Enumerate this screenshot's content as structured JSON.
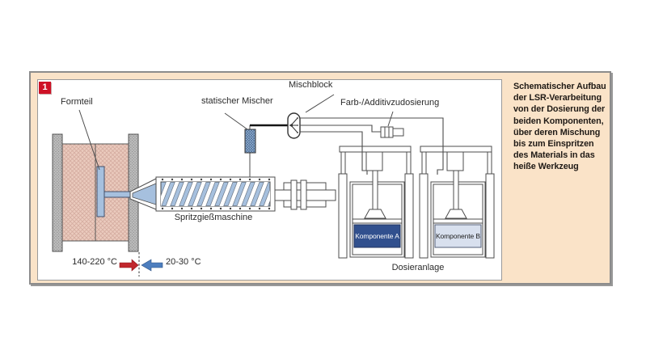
{
  "figure": {
    "number": "1",
    "caption": "Schematischer Aufbau\nder LSR-Verarbeitung\nvon der Dosierung der\nbeiden Komponenten,\nüber deren Mischung\nbis zum Einspritzen\ndes Materials in das\nheiße Werkzeug"
  },
  "diagram": {
    "labels": {
      "formteil": "Formteil",
      "statischer_mischer": "statischer Mischer",
      "mischblock": "Mischblock",
      "farb_additiv": "Farb-/Additivzudosierung",
      "spritzgiessmaschine": "Spritzgießmaschine",
      "komponente_a": "Komponente A",
      "komponente_b": "Komponente B",
      "dosieranlage": "Dosieranlage",
      "temp_hot": "140-220 °C",
      "temp_cold": "20-30 °C"
    },
    "colors": {
      "panel_bg": "#FAE3C8",
      "badge_red": "#CE1126",
      "melt_blue": "#A6C0DE",
      "mold_pink": "#EBCBBE",
      "komponente_a_fill": "#31508E",
      "komponente_b_fill": "#D8E0EE",
      "arrow_hot": "#C1272D",
      "arrow_cold": "#4D7EBE"
    }
  }
}
